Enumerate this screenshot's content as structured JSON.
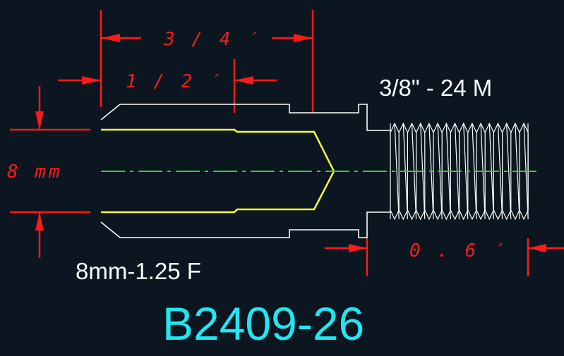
{
  "drawing": {
    "dims": {
      "overall_length": "3 / 4 ′",
      "bore_depth": "1 / 2 ′",
      "diameter": "8 mm",
      "thread_length": "0 . 6 ′"
    },
    "callouts": {
      "male_thread": "3/8\" - 24 M",
      "female_thread": "8mm-1.25 F"
    },
    "part_number": "B2409-26",
    "colors": {
      "background": "#0b1620",
      "dimension": "#ff1a1a",
      "outline": "#ffffff",
      "bore": "#ffff33",
      "centerline": "#22dd22",
      "part_number": "#22e6f2"
    }
  }
}
